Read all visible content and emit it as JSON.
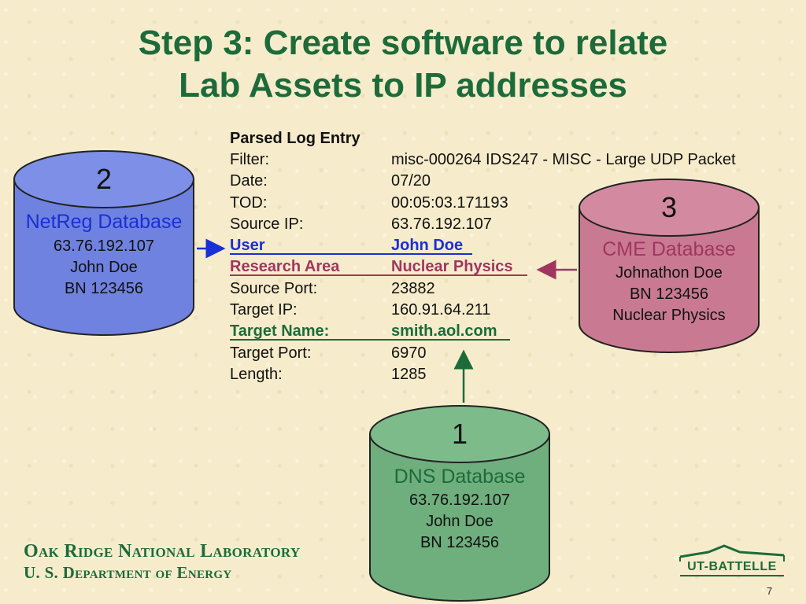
{
  "slide": {
    "title_line1": "Step 3: Create software to relate",
    "title_line2": "Lab Assets to IP addresses",
    "page_number": "7"
  },
  "log": {
    "heading": "Parsed Log Entry",
    "rows": [
      {
        "key": "Filter:",
        "value": "misc-000264 IDS247 - MISC - Large UDP Packet"
      },
      {
        "key": "Date:",
        "value": "07/20"
      },
      {
        "key": "TOD:",
        "value": "00:05:03.171193"
      },
      {
        "key": "Source IP:",
        "value": "63.76.192.107"
      },
      {
        "key": "User",
        "value": "John Doe"
      },
      {
        "key": "Research Area",
        "value": "Nuclear Physics"
      },
      {
        "key": "Source Port:",
        "value": "23882"
      },
      {
        "key": "Target IP:",
        "value": "160.91.64.211"
      },
      {
        "key": "Target Name:",
        "value": "smith.aol.com"
      },
      {
        "key": "Target Port:",
        "value": "6970"
      },
      {
        "key": "Length:",
        "value": "1285"
      }
    ]
  },
  "databases": {
    "netreg": {
      "number": "2",
      "name": "NetReg Database",
      "lines": [
        "63.76.192.107",
        "John Doe",
        "BN 123456"
      ],
      "color": "#6f82e0",
      "text_color": "#1a2fd6"
    },
    "cme": {
      "number": "3",
      "name": "CME Database",
      "lines": [
        "Johnathon Doe",
        "BN 123456",
        "Nuclear Physics"
      ],
      "color": "#c97a92",
      "text_color": "#a0365f"
    },
    "dns": {
      "number": "1",
      "name": "DNS Database",
      "lines": [
        "63.76.192.107",
        "John Doe",
        "BN 123456"
      ],
      "color": "#6fae7d",
      "text_color": "#1d6b3a"
    }
  },
  "footer": {
    "line1": "Oak Ridge National Laboratory",
    "line2": "U. S. Department of Energy",
    "logo_text": "UT-BATTELLE"
  }
}
